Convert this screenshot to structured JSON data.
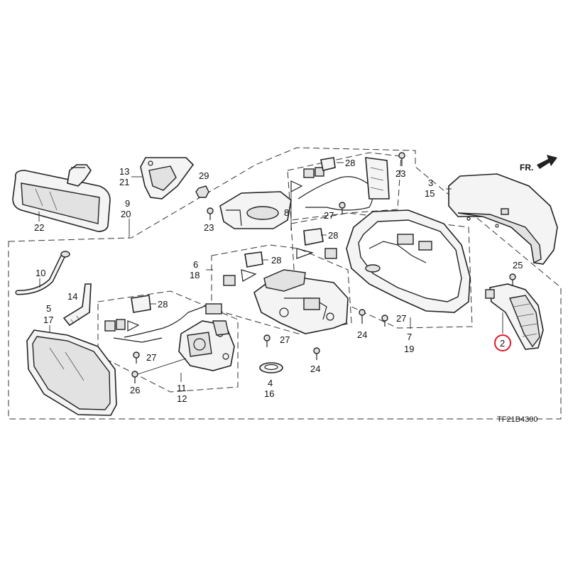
{
  "diagram_code": "TF21B4300",
  "direction_label": "FR.",
  "highlight_color": "#e0192a",
  "callouts": {
    "c22": "22",
    "c13": "13",
    "c21": "21",
    "c29": "29",
    "c9": "9",
    "c20": "20",
    "c23a": "23",
    "c23b": "23",
    "c28a": "28",
    "c28b": "28",
    "c28c": "28",
    "c28d": "28",
    "c8": "8",
    "c27a": "27",
    "c27b": "27",
    "c27c": "27",
    "c27d": "27",
    "c3": "3",
    "c15": "15",
    "c10": "10",
    "c14": "14",
    "c5": "5",
    "c17": "17",
    "c6": "6",
    "c18": "18",
    "c7": "7",
    "c19": "19",
    "c24a": "24",
    "c24b": "24",
    "c25": "25",
    "c2": "2",
    "c26": "26",
    "c11": "11",
    "c12": "12",
    "c4": "4",
    "c16": "16"
  }
}
